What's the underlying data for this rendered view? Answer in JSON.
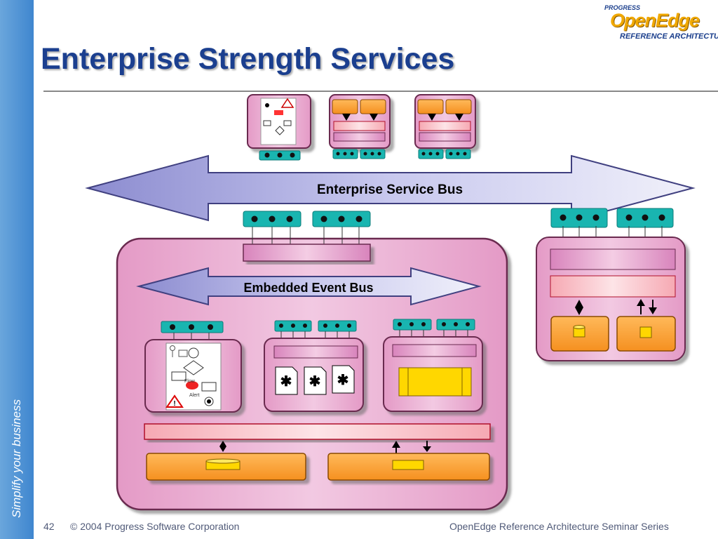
{
  "slide": {
    "title": "Enterprise Strength Services",
    "sidebar_tagline": "Simplify your business",
    "page_number": "42",
    "copyright": "© 2004 Progress Software Corporation",
    "series": "OpenEdge Reference Architecture Seminar Series"
  },
  "logo": {
    "line1": "PROGRESS",
    "line2": "OpenEdge",
    "line3": "REFERENCE ARCHITECTURE"
  },
  "diagram": {
    "enterprise_bus_label": "Enterprise Service Bus",
    "embedded_bus_label": "Embedded Event Bus",
    "process_flow_text_1": "Flow",
    "process_flow_text_2": "Alert"
  },
  "colors": {
    "title": "#1b3f8f",
    "container_fill": "#e8a8d0",
    "container_border": "#6a2a50",
    "connector_teal": "#19b5b0",
    "bus_fill": "#b8b8e6",
    "bus_border": "#404080",
    "orange": "#f7a53a",
    "yellow": "#ffd700",
    "red_band": "#f8c8cc",
    "sidebar": "#4a8fd4"
  }
}
